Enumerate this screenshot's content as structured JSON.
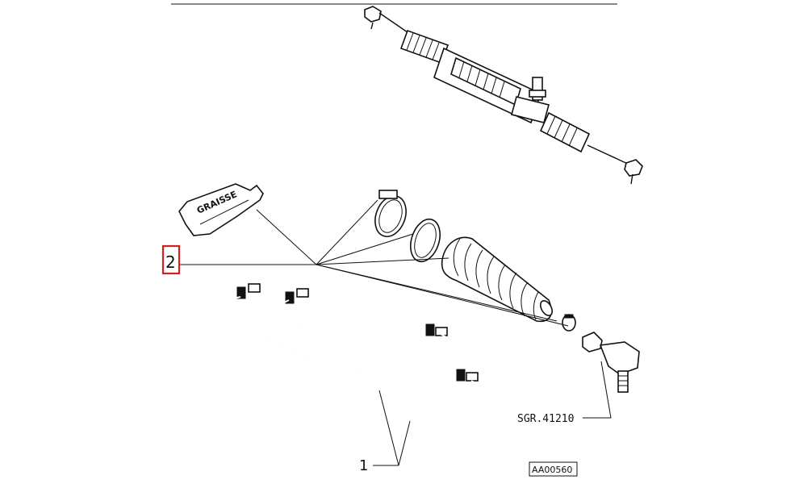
{
  "callouts": {
    "ref_1": "1",
    "ref_2": "2",
    "part_code": "SGR.41210",
    "figure_code": "AA00560"
  },
  "labels": {
    "grease_packet": "GRAISSE"
  },
  "highlight": {
    "target": "ref_2",
    "color": "#d32020"
  }
}
